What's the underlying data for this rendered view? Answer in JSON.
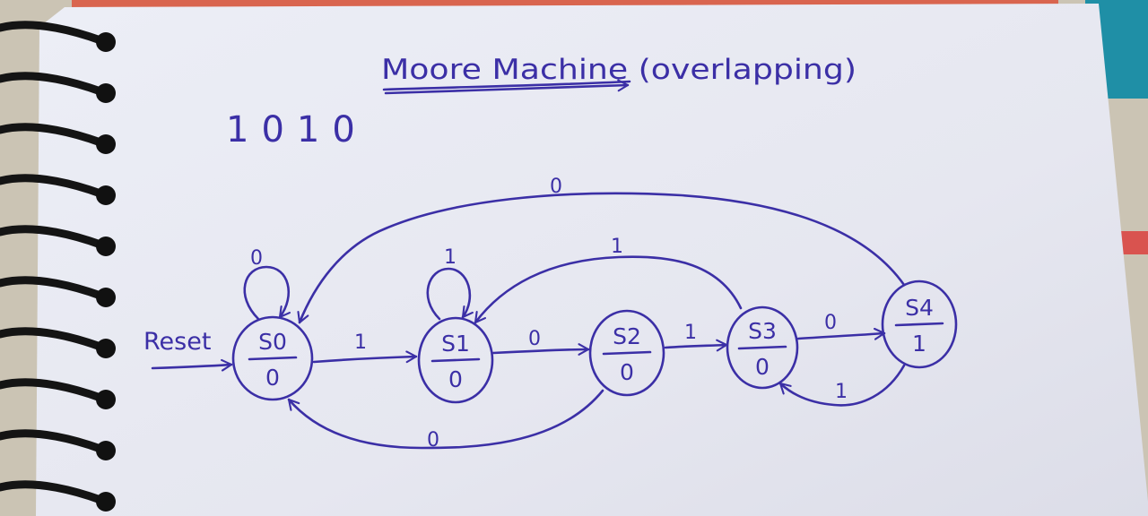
{
  "title": "Moore Machine (overlapping)",
  "sequence": "1010",
  "reset_label": "Reset",
  "colors": {
    "ink": "#3b2fa6",
    "paper": "#e9eaf3",
    "spiral": "#141414",
    "red_tab": "#d9534f",
    "teal_corner": "#1f8fa6"
  },
  "states": [
    {
      "id": "S0",
      "name": "S0",
      "output": "0"
    },
    {
      "id": "S1",
      "name": "S1",
      "output": "0"
    },
    {
      "id": "S2",
      "name": "S2",
      "output": "0"
    },
    {
      "id": "S3",
      "name": "S3",
      "output": "0"
    },
    {
      "id": "S4",
      "name": "S4",
      "output": "1"
    }
  ],
  "transitions": [
    {
      "from": "S0",
      "to": "S0",
      "input": "0"
    },
    {
      "from": "S0",
      "to": "S1",
      "input": "1"
    },
    {
      "from": "S1",
      "to": "S1",
      "input": "1"
    },
    {
      "from": "S1",
      "to": "S2",
      "input": "0"
    },
    {
      "from": "S2",
      "to": "S0",
      "input": "0"
    },
    {
      "from": "S2",
      "to": "S3",
      "input": "1"
    },
    {
      "from": "S3",
      "to": "S1",
      "input": "1"
    },
    {
      "from": "S3",
      "to": "S4",
      "input": "0"
    },
    {
      "from": "S4",
      "to": "S0",
      "input": "0"
    },
    {
      "from": "S4",
      "to": "S3",
      "input": "1"
    }
  ]
}
